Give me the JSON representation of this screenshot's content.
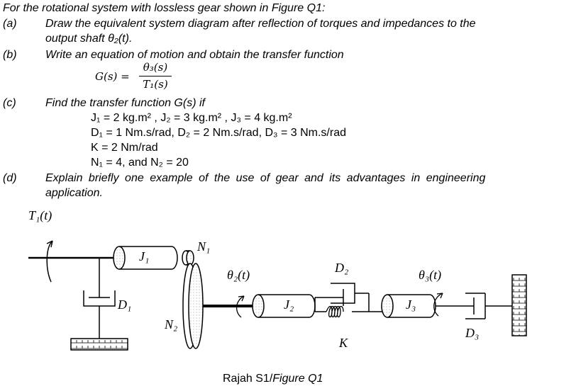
{
  "intro": "For the rotational system with lossless gear shown in Figure Q1:",
  "parts": {
    "a": {
      "label": "(a)",
      "line1": "Draw the equivalent system diagram after reflection of torques and impedances to the",
      "line2": "output shaft θ₂(t)."
    },
    "b": {
      "label": "(b)",
      "line1": "Write an equation of motion and obtain the transfer function"
    },
    "c": {
      "label": "(c)",
      "line1": "Find the transfer function G(s) if"
    },
    "d": {
      "label": "(d)",
      "line1": "Explain briefly one example of the use of gear and its advantages in engineering",
      "line2": "application."
    }
  },
  "equation": {
    "lhs": "G(s) =",
    "numerator": "θ₃(s)",
    "denominator": "T₁(s)"
  },
  "given": {
    "J": "J₁ = 2 kg.m² , J₂ = 3 kg.m² , J₃ = 4 kg.m²",
    "D": "D₁ = 1 Nm.s/rad, D₂ = 2 Nm.s/rad, D₃ = 3 Nm.s/rad",
    "K": "K = 2 Nm/rad",
    "N": "N₁ = 4, and N₂ = 20"
  },
  "figure": {
    "T1": "T₁(t)",
    "J1": "J₁",
    "N1": "N₁",
    "N2": "N₂",
    "D1": "D₁",
    "theta2": "θ₂(t)",
    "J2": "J₂",
    "D2": "D₂",
    "K": "K",
    "J3": "J₃",
    "theta3": "θ₃(t)",
    "D3": "D₃",
    "caption_main": "Rajah S1/",
    "caption_italic": "Figure Q1"
  }
}
